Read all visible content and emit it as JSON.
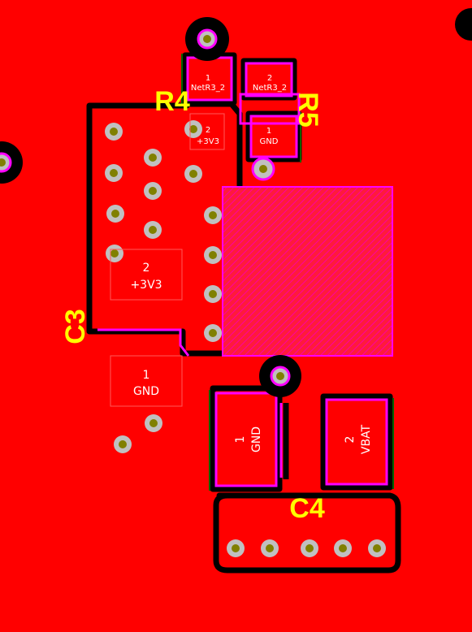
{
  "colors": {
    "copper": "#ff0000",
    "clearance": "#000000",
    "mask": "#ff00ff",
    "silkscreen": "#ffff00",
    "via_ring": "#c0c0c0",
    "via_drill": "#808000",
    "outline": "#006400"
  },
  "designators": {
    "r4": "R4",
    "r5": "R5",
    "c3": "C3",
    "c4": "C4"
  },
  "pads": {
    "r4_pad1": {
      "number": "1",
      "net": "NetR3_2"
    },
    "r4_pad2": {
      "number": "2",
      "net": "+3V3"
    },
    "r5_pad2": {
      "number": "2",
      "net": "NetR3_2"
    },
    "r5_pad1": {
      "number": "1",
      "net": "GND"
    },
    "c3_pad2": {
      "number": "2",
      "net": "+3V3"
    },
    "c3_pad1": {
      "number": "1",
      "net": "GND"
    },
    "c4_pad1": {
      "number": "1",
      "net": "GND"
    },
    "c4_pad2": {
      "number": "2",
      "net": "VBAT"
    }
  }
}
